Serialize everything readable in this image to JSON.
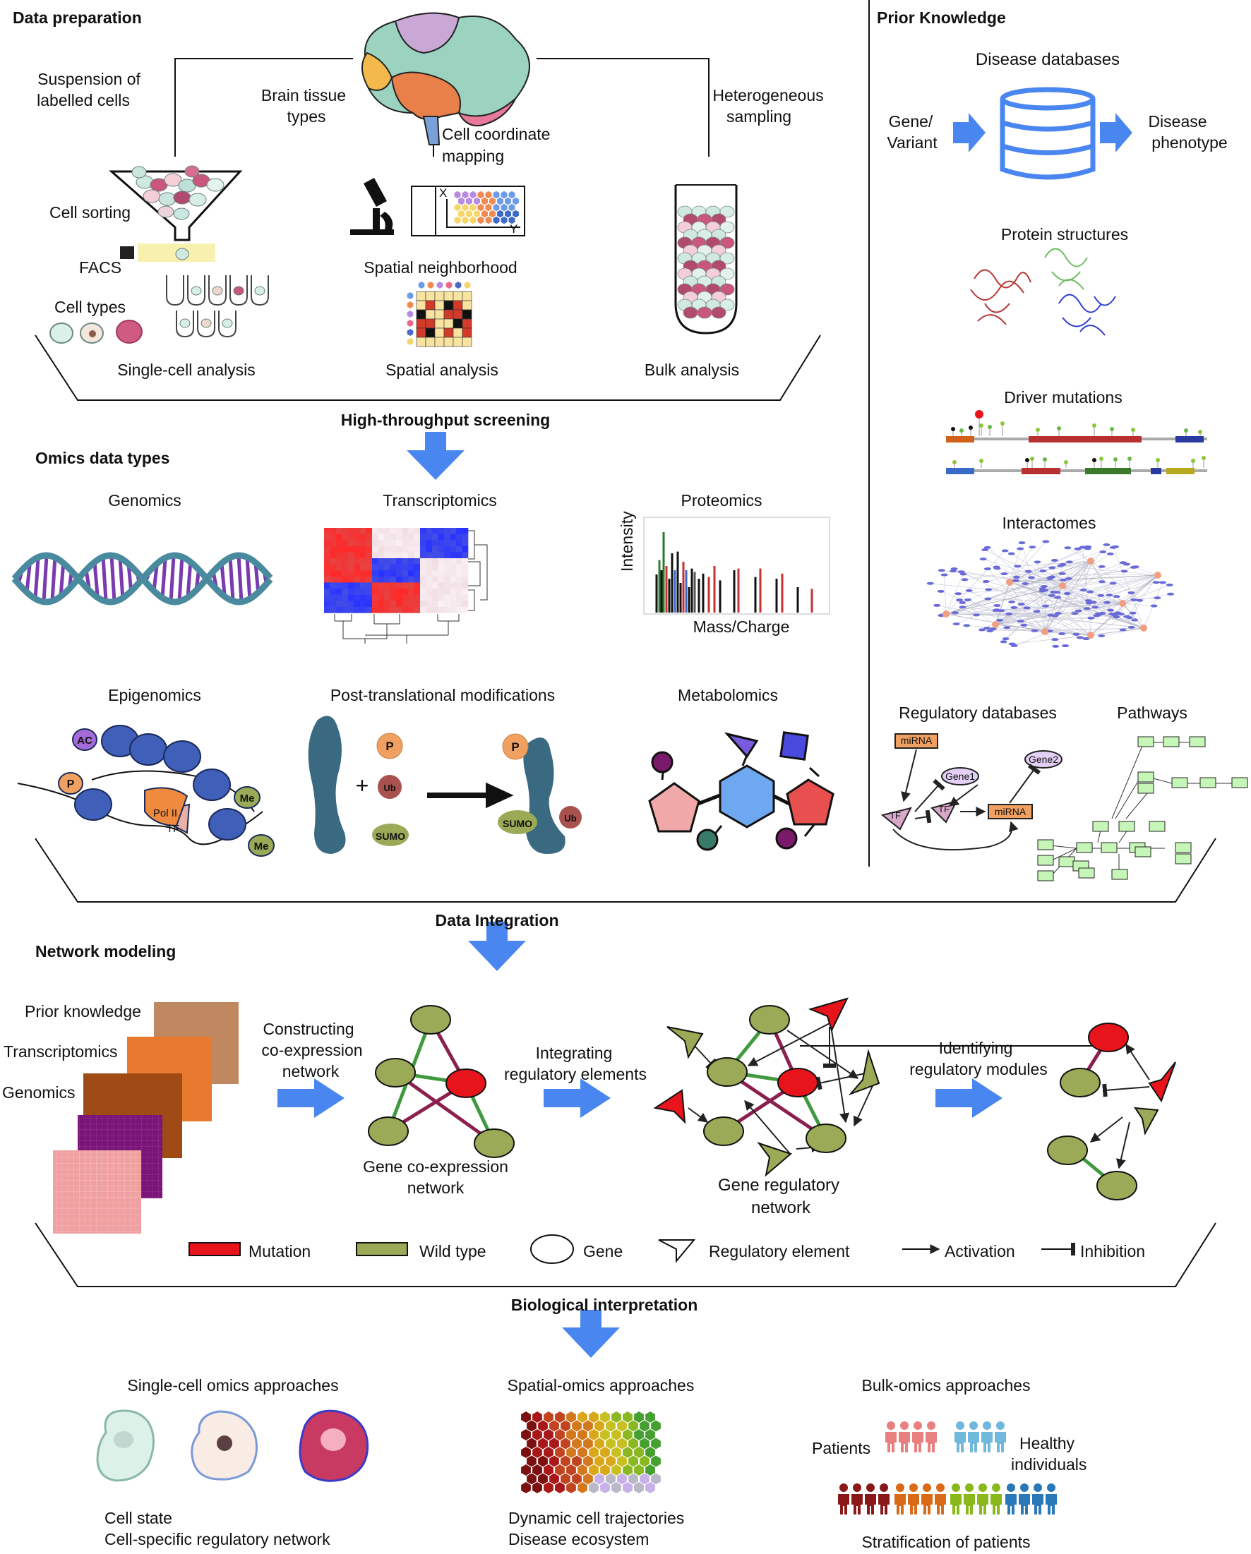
{
  "sections": {
    "data_preparation": "Data preparation",
    "prior_knowledge": "Prior Knowledge",
    "high_throughput": "High-throughput screening",
    "omics_data_types": "Omics data types",
    "data_integration": "Data Integration",
    "network_modeling": "Network modeling",
    "biological_interpretation": "Biological interpretation"
  },
  "data_prep": {
    "suspension_1": "Suspension of",
    "suspension_2": "labelled cells",
    "brain_1": "Brain tissue",
    "brain_2": "types",
    "coord_1": "Cell coordinate",
    "coord_2": "mapping",
    "hetero_1": "Heterogeneous",
    "hetero_2": "sampling",
    "cell_sorting": "Cell sorting",
    "facs": "FACS",
    "cell_types": "Cell types",
    "spatial_neighborhood": "Spatial neighborhood",
    "axis_x": "X",
    "axis_y": "Y",
    "single_cell": "Single-cell analysis",
    "spatial": "Spatial analysis",
    "bulk": "Bulk analysis"
  },
  "prior": {
    "disease_db": "Disease databases",
    "gene_1": "Gene/",
    "gene_2": "Variant",
    "disease_1": "Disease",
    "disease_2": "phenotype",
    "protein": "Protein structures",
    "driver": "Driver mutations",
    "interactomes": "Interactomes",
    "regulatory_db": "Regulatory databases",
    "pathways": "Pathways",
    "mirna": "miRNA",
    "gene1": "Gene1",
    "gene2": "Gene2",
    "tf": "TF"
  },
  "omics": {
    "genomics": "Genomics",
    "transcriptomics": "Transcriptomics",
    "proteomics": "Proteomics",
    "intensity": "Intensity",
    "mass_charge": "Mass/Charge",
    "epigenomics": "Epigenomics",
    "ptm": "Post-translational modifications",
    "metabolomics": "Metabolomics",
    "ac": "AC",
    "p": "P",
    "me": "Me",
    "pol2": "Pol II",
    "tf": "TF",
    "ub": "Ub",
    "sumo": "SUMO",
    "plus": "+"
  },
  "network": {
    "prior_knowledge": "Prior knowledge",
    "transcriptomics": "Transcriptomics",
    "genomics": "Genomics",
    "constructing_1": "Constructing",
    "constructing_2": "co-expression",
    "constructing_3": "network",
    "coexp_1": "Gene co-expression",
    "coexp_2": "network",
    "integrating_1": "Integrating",
    "integrating_2": "regulatory elements",
    "grn_1": "Gene regulatory",
    "grn_2": "network",
    "identifying_1": "Identifying",
    "identifying_2": "regulatory modules"
  },
  "legend": {
    "mutation": "Mutation",
    "wild_type": "Wild type",
    "gene": "Gene",
    "regulatory_element": "Regulatory element",
    "activation": "Activation",
    "inhibition": "Inhibition"
  },
  "interpretation": {
    "single_cell": "Single-cell omics approaches",
    "spatial": "Spatial-omics approaches",
    "bulk": "Bulk-omics approaches",
    "cell_state": "Cell state",
    "cell_specific": "Cell-specific regulatory network",
    "dynamic": "Dynamic cell trajectories",
    "ecosystem": "Disease ecosystem",
    "patients": "Patients",
    "healthy_1": "Healthy",
    "healthy_2": "individuals",
    "stratification": "Stratification of patients"
  },
  "colors": {
    "arrow_blue": "#4a86f0",
    "mutation_red": "#e8141c",
    "wildtype_green": "#9aaa57",
    "edge_green": "#3f9a3f",
    "edge_maroon": "#8b1f4e",
    "node_green_light": "#c6f5b8",
    "dna_teal": "#4a8a9e",
    "dna_purple": "#7a3bb0",
    "nucleosome_blue": "#3f5fb8",
    "orange": "#f0a060"
  }
}
